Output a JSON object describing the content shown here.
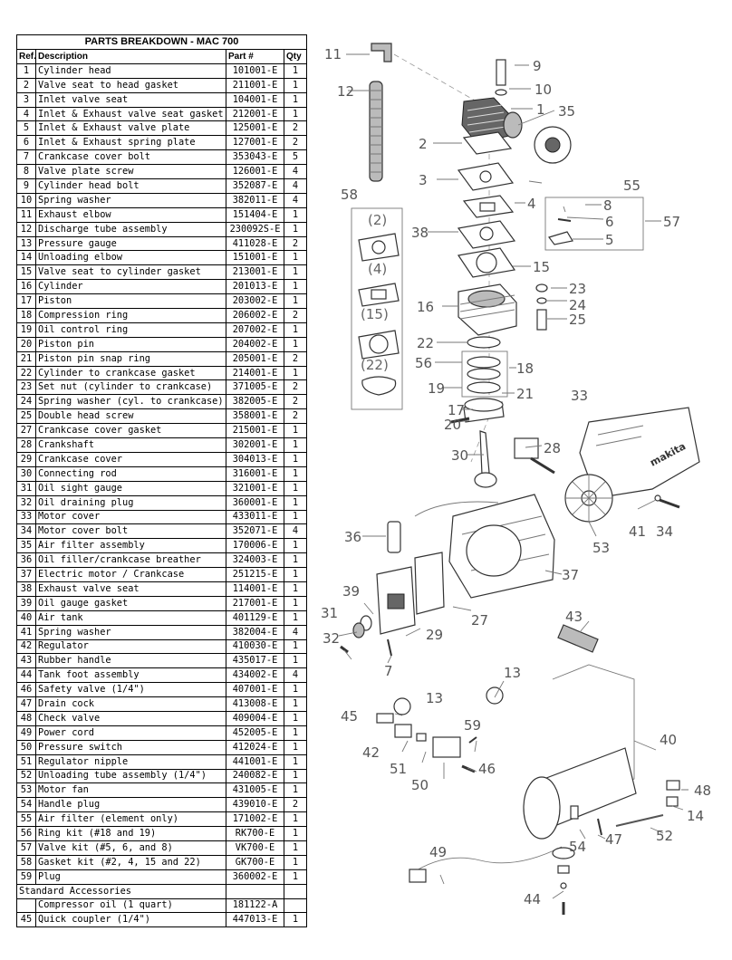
{
  "table": {
    "title": "PARTS BREAKDOWN - MAC 700",
    "headers": {
      "ref": "Ref. #",
      "description": "Description",
      "part": "Part #",
      "qty": "Qty"
    },
    "rows": [
      {
        "ref": "1",
        "desc": "Cylinder head",
        "part": "101001-E",
        "qty": "1"
      },
      {
        "ref": "2",
        "desc": "Valve seat to head gasket",
        "part": "211001-E",
        "qty": "1"
      },
      {
        "ref": "3",
        "desc": "Inlet valve seat",
        "part": "104001-E",
        "qty": "1"
      },
      {
        "ref": "4",
        "desc": "Inlet & Exhaust valve seat gasket",
        "part": "212001-E",
        "qty": "1"
      },
      {
        "ref": "5",
        "desc": "Inlet & Exhaust valve plate",
        "part": "125001-E",
        "qty": "2"
      },
      {
        "ref": "6",
        "desc": "Inlet & Exhaust spring plate",
        "part": "127001-E",
        "qty": "2"
      },
      {
        "ref": "7",
        "desc": "Crankcase cover bolt",
        "part": "353043-E",
        "qty": "5"
      },
      {
        "ref": "8",
        "desc": "Valve plate screw",
        "part": "126001-E",
        "qty": "4"
      },
      {
        "ref": "9",
        "desc": "Cylinder head bolt",
        "part": "352087-E",
        "qty": "4"
      },
      {
        "ref": "10",
        "desc": "Spring washer",
        "part": "382011-E",
        "qty": "4"
      },
      {
        "ref": "11",
        "desc": "Exhaust elbow",
        "part": "151404-E",
        "qty": "1"
      },
      {
        "ref": "12",
        "desc": "Discharge tube assembly",
        "part": "230092S-E",
        "qty": "1"
      },
      {
        "ref": "13",
        "desc": "Pressure gauge",
        "part": "411028-E",
        "qty": "2"
      },
      {
        "ref": "14",
        "desc": "Unloading elbow",
        "part": "151001-E",
        "qty": "1"
      },
      {
        "ref": "15",
        "desc": "Valve seat to cylinder gasket",
        "part": "213001-E",
        "qty": "1"
      },
      {
        "ref": "16",
        "desc": "Cylinder",
        "part": "201013-E",
        "qty": "1"
      },
      {
        "ref": "17",
        "desc": "Piston",
        "part": "203002-E",
        "qty": "1"
      },
      {
        "ref": "18",
        "desc": "Compression ring",
        "part": "206002-E",
        "qty": "2"
      },
      {
        "ref": "19",
        "desc": "Oil control ring",
        "part": "207002-E",
        "qty": "1"
      },
      {
        "ref": "20",
        "desc": "Piston pin",
        "part": "204002-E",
        "qty": "1"
      },
      {
        "ref": "21",
        "desc": "Piston pin snap ring",
        "part": "205001-E",
        "qty": "2"
      },
      {
        "ref": "22",
        "desc": "Cylinder to crankcase gasket",
        "part": "214001-E",
        "qty": "1"
      },
      {
        "ref": "23",
        "desc": "Set nut (cylinder to crankcase)",
        "part": "371005-E",
        "qty": "2"
      },
      {
        "ref": "24",
        "desc": "Spring washer (cyl. to crankcase)",
        "part": "382005-E",
        "qty": "2"
      },
      {
        "ref": "25",
        "desc": "Double head screw",
        "part": "358001-E",
        "qty": "2"
      },
      {
        "ref": "27",
        "desc": "Crankcase cover gasket",
        "part": "215001-E",
        "qty": "1"
      },
      {
        "ref": "28",
        "desc": "Crankshaft",
        "part": "302001-E",
        "qty": "1"
      },
      {
        "ref": "29",
        "desc": "Crankcase cover",
        "part": "304013-E",
        "qty": "1"
      },
      {
        "ref": "30",
        "desc": "Connecting rod",
        "part": "316001-E",
        "qty": "1"
      },
      {
        "ref": "31",
        "desc": "Oil sight gauge",
        "part": "321001-E",
        "qty": "1"
      },
      {
        "ref": "32",
        "desc": "Oil draining plug",
        "part": "360001-E",
        "qty": "1"
      },
      {
        "ref": "33",
        "desc": "Motor cover",
        "part": "433011-E",
        "qty": "1"
      },
      {
        "ref": "34",
        "desc": "Motor cover bolt",
        "part": "352071-E",
        "qty": "4"
      },
      {
        "ref": "35",
        "desc": "Air filter assembly",
        "part": "170006-E",
        "qty": "1"
      },
      {
        "ref": "36",
        "desc": "Oil filler/crankcase breather",
        "part": "324003-E",
        "qty": "1"
      },
      {
        "ref": "37",
        "desc": "Electric motor / Crankcase",
        "part": "251215-E",
        "qty": "1"
      },
      {
        "ref": "38",
        "desc": "Exhaust valve seat",
        "part": "114001-E",
        "qty": "1"
      },
      {
        "ref": "39",
        "desc": "Oil gauge gasket",
        "part": "217001-E",
        "qty": "1"
      },
      {
        "ref": "40",
        "desc": "Air tank",
        "part": "401129-E",
        "qty": "1"
      },
      {
        "ref": "41",
        "desc": "Spring washer",
        "part": "382004-E",
        "qty": "4"
      },
      {
        "ref": "42",
        "desc": "Regulator",
        "part": "410030-E",
        "qty": "1"
      },
      {
        "ref": "43",
        "desc": "Rubber handle",
        "part": "435017-E",
        "qty": "1"
      },
      {
        "ref": "44",
        "desc": "Tank foot assembly",
        "part": "434002-E",
        "qty": "4"
      },
      {
        "ref": "46",
        "desc": "Safety valve (1/4\")",
        "part": "407001-E",
        "qty": "1"
      },
      {
        "ref": "47",
        "desc": "Drain cock",
        "part": "413008-E",
        "qty": "1"
      },
      {
        "ref": "48",
        "desc": "Check valve",
        "part": "409004-E",
        "qty": "1"
      },
      {
        "ref": "49",
        "desc": "Power cord",
        "part": "452005-E",
        "qty": "1"
      },
      {
        "ref": "50",
        "desc": "Pressure switch",
        "part": "412024-E",
        "qty": "1"
      },
      {
        "ref": "51",
        "desc": "Regulator nipple",
        "part": "441001-E",
        "qty": "1"
      },
      {
        "ref": "52",
        "desc": "Unloading tube assembly (1/4\")",
        "part": "240082-E",
        "qty": "1"
      },
      {
        "ref": "53",
        "desc": "Motor fan",
        "part": "431005-E",
        "qty": "1"
      },
      {
        "ref": "54",
        "desc": "Handle plug",
        "part": "439010-E",
        "qty": "2"
      },
      {
        "ref": "55",
        "desc": "Air filter (element only)",
        "part": "171002-E",
        "qty": "1"
      },
      {
        "ref": "56",
        "desc": "Ring kit (#18 and 19)",
        "part": "RK700-E",
        "qty": "1"
      },
      {
        "ref": "57",
        "desc": "Valve kit (#5, 6, and 8)",
        "part": "VK700-E",
        "qty": "1"
      },
      {
        "ref": "58",
        "desc": "Gasket kit (#2, 4, 15 and 22)",
        "part": "GK700-E",
        "qty": "1"
      },
      {
        "ref": "59",
        "desc": "Plug",
        "part": "360002-E",
        "qty": "1"
      }
    ],
    "accessories_label": "Standard Accessories",
    "accessories": [
      {
        "ref": "",
        "desc": "Compressor oil (1 quart)",
        "part": "181122-A",
        "qty": ""
      },
      {
        "ref": "45",
        "desc": "Quick coupler (1/4\")",
        "part": "447013-E",
        "qty": "1"
      }
    ]
  },
  "diagram": {
    "callouts": [
      {
        "id": "11",
        "label": "11"
      },
      {
        "id": "9",
        "label": "9"
      },
      {
        "id": "12",
        "label": "12"
      },
      {
        "id": "10",
        "label": "10"
      },
      {
        "id": "1",
        "label": "1"
      },
      {
        "id": "35",
        "label": "35"
      },
      {
        "id": "2",
        "label": "2"
      },
      {
        "id": "3",
        "label": "3"
      },
      {
        "id": "55",
        "label": "55"
      },
      {
        "id": "58",
        "label": "58"
      },
      {
        "id": "4",
        "label": "4"
      },
      {
        "id": "8",
        "label": "8"
      },
      {
        "id": "6",
        "label": "6"
      },
      {
        "id": "57",
        "label": "57"
      },
      {
        "id": "38",
        "label": "38"
      },
      {
        "id": "5",
        "label": "5"
      },
      {
        "id": "15",
        "label": "15"
      },
      {
        "id": "23",
        "label": "23"
      },
      {
        "id": "16",
        "label": "16"
      },
      {
        "id": "24",
        "label": "24"
      },
      {
        "id": "25",
        "label": "25"
      },
      {
        "id": "22",
        "label": "22"
      },
      {
        "id": "56",
        "label": "56"
      },
      {
        "id": "18",
        "label": "18"
      },
      {
        "id": "19",
        "label": "19"
      },
      {
        "id": "21",
        "label": "21"
      },
      {
        "id": "33",
        "label": "33"
      },
      {
        "id": "17",
        "label": "17"
      },
      {
        "id": "20",
        "label": "20"
      },
      {
        "id": "28",
        "label": "28"
      },
      {
        "id": "30",
        "label": "30"
      },
      {
        "id": "36",
        "label": "36"
      },
      {
        "id": "41",
        "label": "41"
      },
      {
        "id": "34",
        "label": "34"
      },
      {
        "id": "53",
        "label": "53"
      },
      {
        "id": "37",
        "label": "37"
      },
      {
        "id": "39",
        "label": "39"
      },
      {
        "id": "27",
        "label": "27"
      },
      {
        "id": "31",
        "label": "31"
      },
      {
        "id": "29",
        "label": "29"
      },
      {
        "id": "32",
        "label": "32"
      },
      {
        "id": "7",
        "label": "7"
      },
      {
        "id": "43",
        "label": "43"
      },
      {
        "id": "13a",
        "label": "13"
      },
      {
        "id": "13b",
        "label": "13"
      },
      {
        "id": "45",
        "label": "45"
      },
      {
        "id": "59",
        "label": "59"
      },
      {
        "id": "42",
        "label": "42"
      },
      {
        "id": "40",
        "label": "40"
      },
      {
        "id": "51",
        "label": "51"
      },
      {
        "id": "46",
        "label": "46"
      },
      {
        "id": "50",
        "label": "50"
      },
      {
        "id": "48",
        "label": "48"
      },
      {
        "id": "14",
        "label": "14"
      },
      {
        "id": "52",
        "label": "52"
      },
      {
        "id": "54",
        "label": "54"
      },
      {
        "id": "47",
        "label": "47"
      },
      {
        "id": "49",
        "label": "49"
      },
      {
        "id": "44",
        "label": "44"
      }
    ],
    "kit_labels": [
      "(2)",
      "(4)",
      "(15)",
      "(22)"
    ],
    "brand_mark": "makita"
  }
}
